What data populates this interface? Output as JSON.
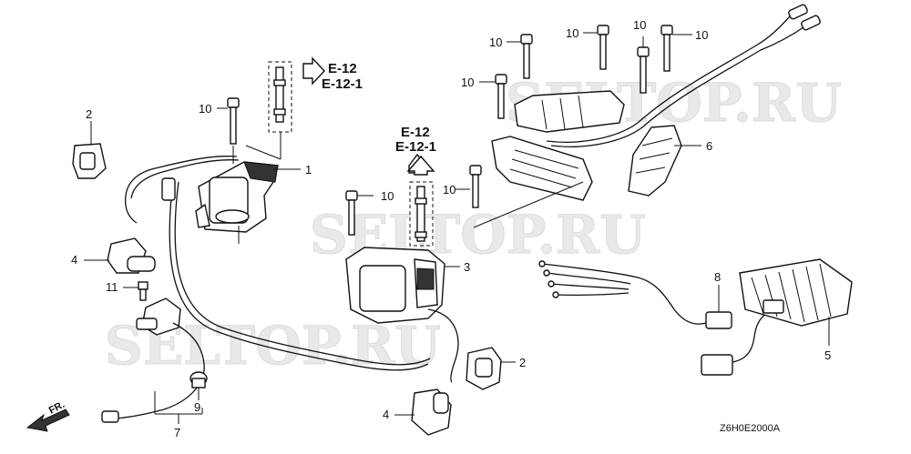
{
  "watermark": "SELTOP.RU",
  "figure_code": "Z6H0E2000A",
  "front_indicator": "FR.",
  "reference_top_left": {
    "line1": "E-12",
    "line2": "E-12-1"
  },
  "reference_center": {
    "line1": "E-12",
    "line2": "E-12-1"
  },
  "callouts": {
    "c1": "1",
    "c2a": "2",
    "c2b": "2",
    "c3": "3",
    "c4a": "4",
    "c4b": "4",
    "c5": "5",
    "c6": "6",
    "c7": "7",
    "c8": "8",
    "c9": "9",
    "c10a": "10",
    "c10b": "10",
    "c10c": "10",
    "c10d": "10",
    "c10e": "10",
    "c10f": "10",
    "c10g": "10",
    "c10h": "10",
    "c11": "11"
  }
}
